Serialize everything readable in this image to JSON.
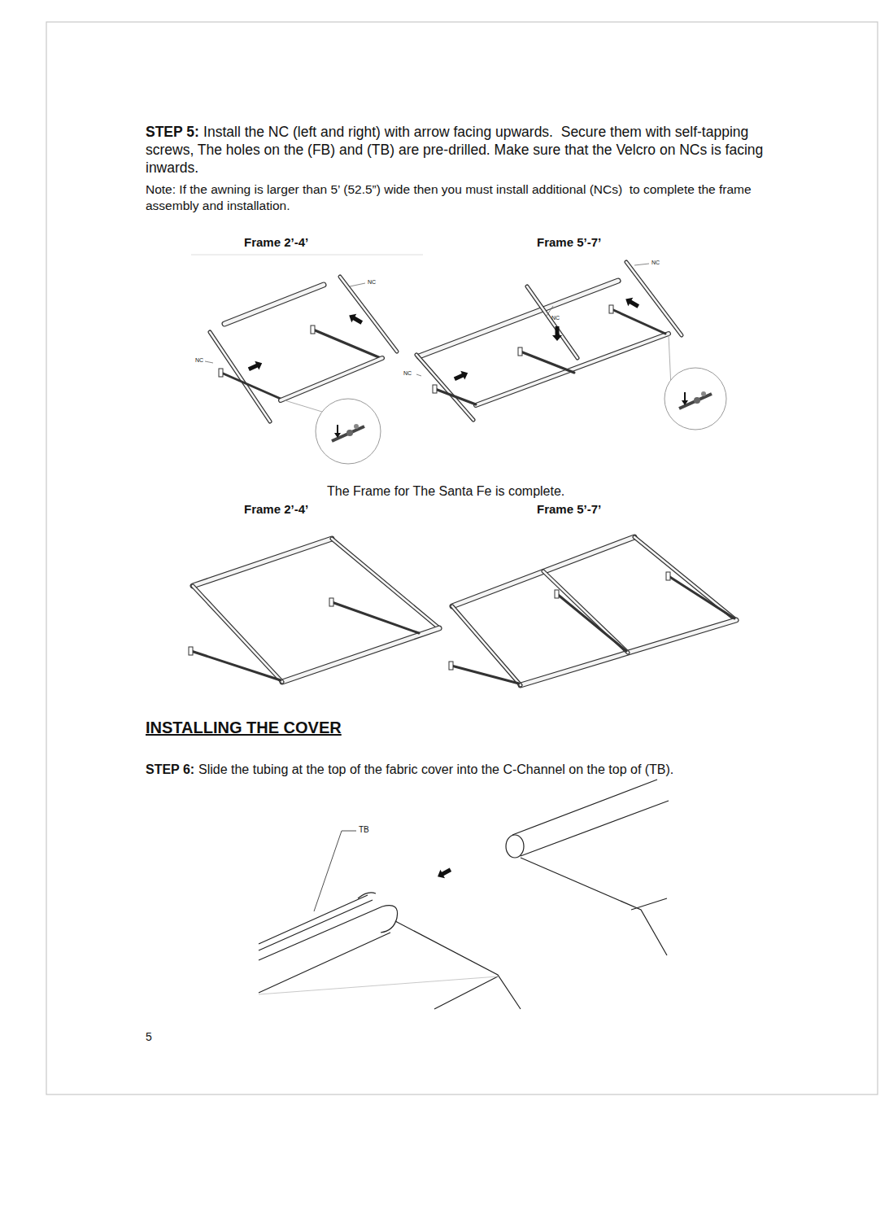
{
  "diagram": {
    "labels": [
      "STEP 5:",
      "Install the NC (left and right) with arrow facing upwards.  Secure them with self-tapping screws, The holes on the (FB) and (TB) are pre-drilled. Make sure that the Velcro on NCs is facing inwards.",
      "Note: If the awning is larger than 5’ (52.5”) wide then you must install additional (NCs)  to complete the frame assembly and installation.",
      "Frame 2’-4’",
      "Frame 5’-7’",
      "NC",
      "NC",
      "NC",
      "NC",
      "NC",
      "The Frame for The Santa Fe is complete.",
      "Frame 2’-4’",
      "Frame 5’-7’",
      "INSTALLING THE COVER",
      "STEP 6:",
      "Slide the tubing at the top of the fabric cover into the C-Channel on the top of (TB).",
      "TB",
      "5"
    ]
  }
}
